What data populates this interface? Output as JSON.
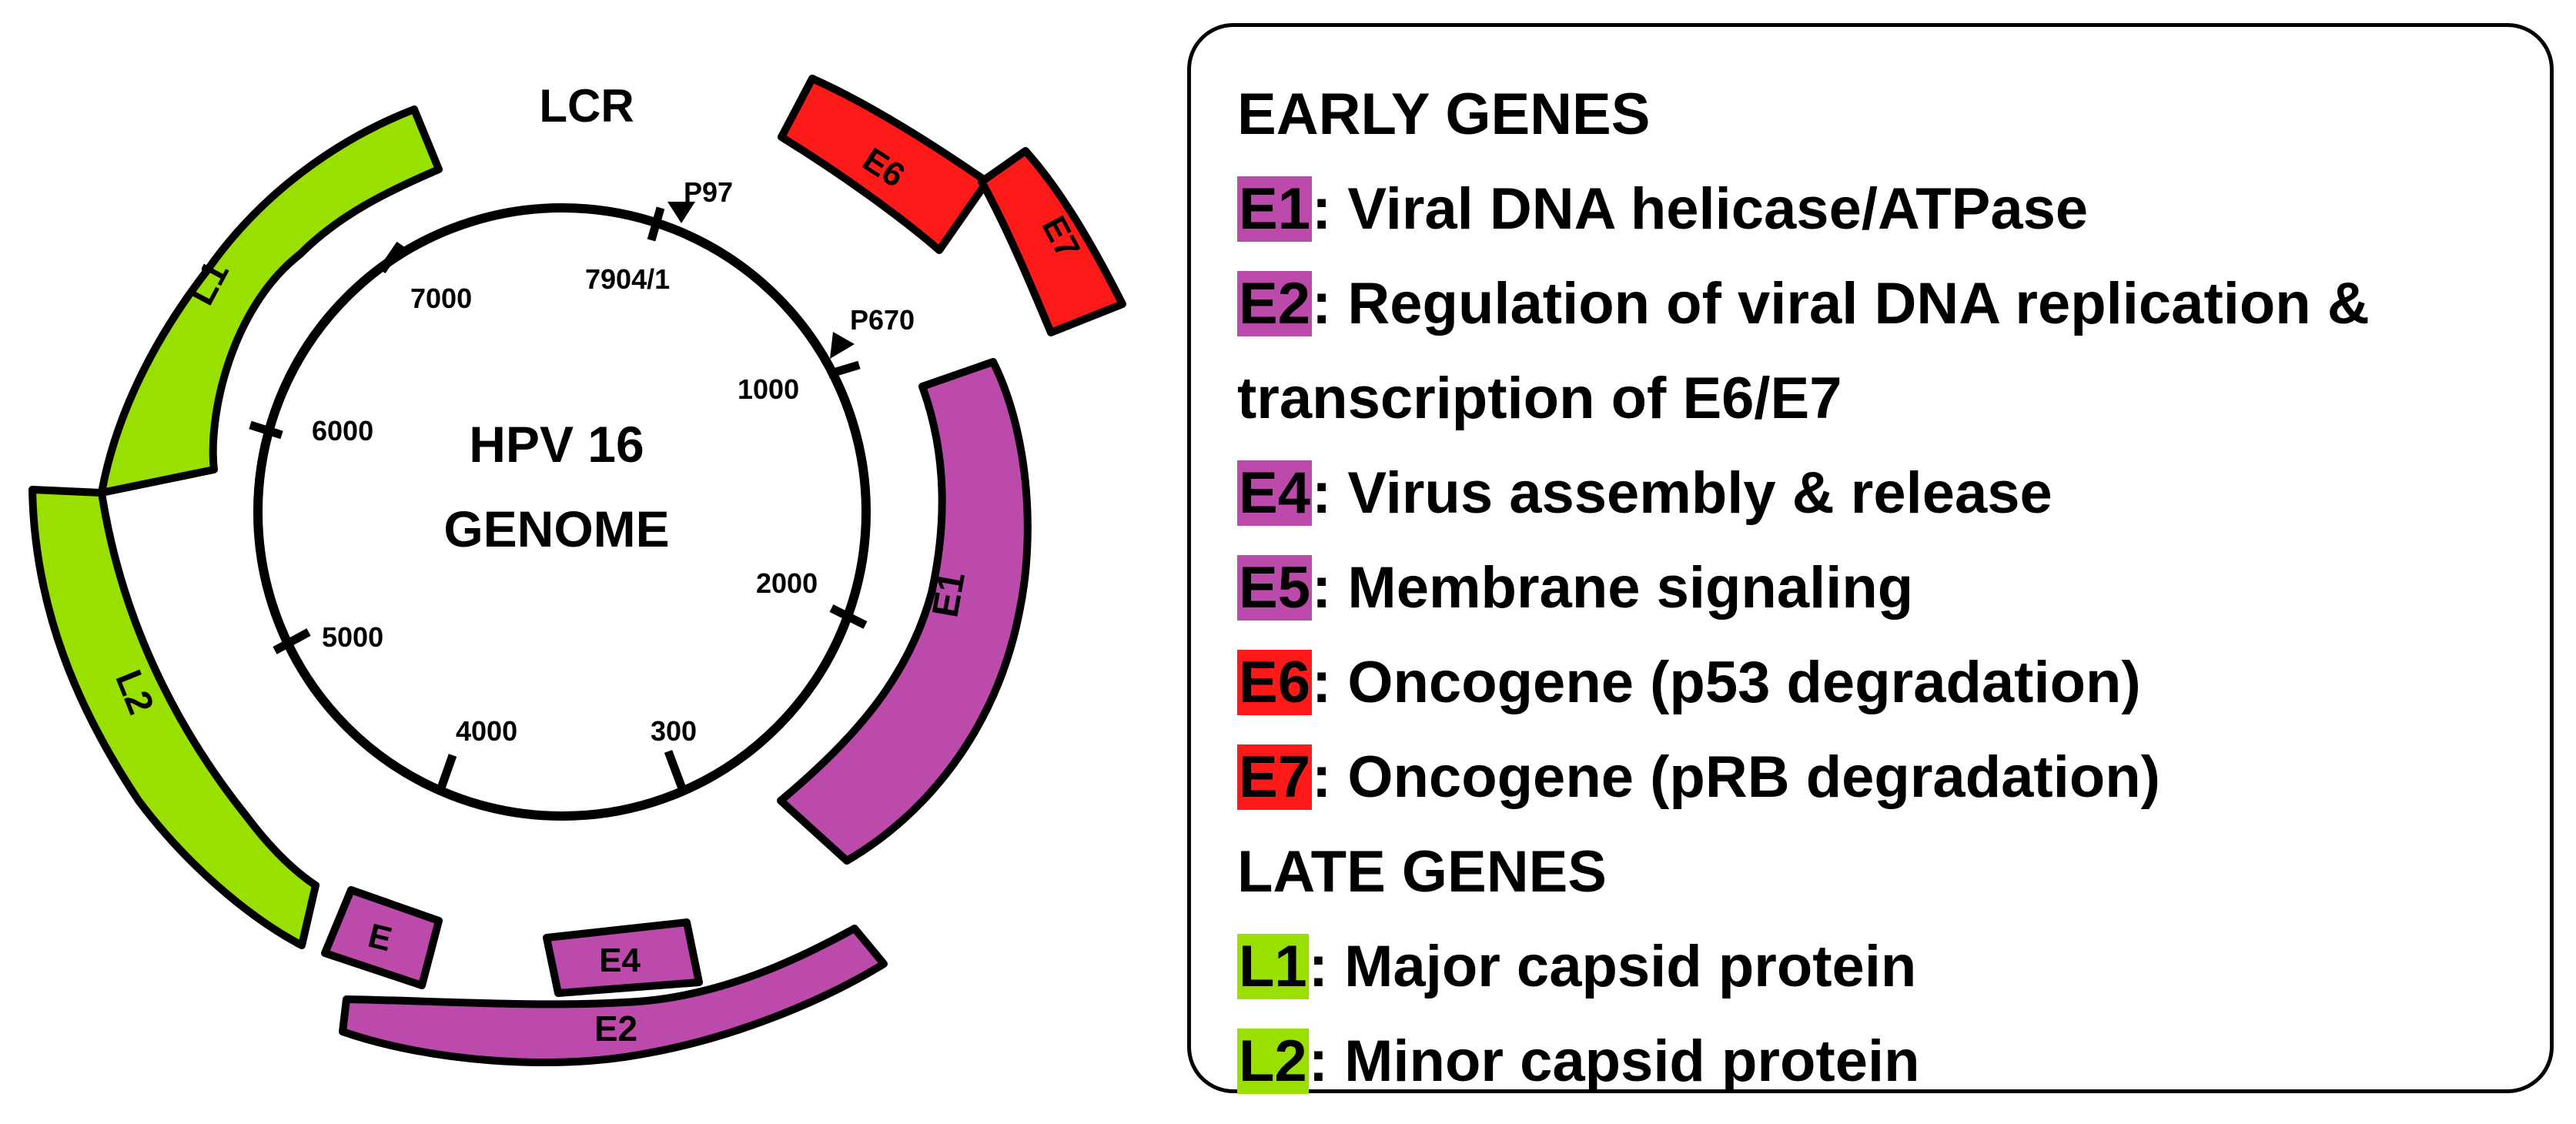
{
  "diagram": {
    "title_line1": "HPV 16",
    "title_line2": "GENOME",
    "lcr_label": "LCR",
    "positions": {
      "p7000": "7000",
      "p7904": "7904/1",
      "p1000": "1000",
      "p6000": "6000",
      "p2000": "2000",
      "p5000": "5000",
      "p4000": "4000",
      "p300": "300"
    },
    "promoters": {
      "p97": "P97",
      "p670": "P670"
    },
    "genes": {
      "L1": "L1",
      "L2": "L2",
      "E6": "E6",
      "E7": "E7",
      "E1": "E1",
      "E2": "E2",
      "E4": "E4",
      "E5": "E"
    }
  },
  "colors": {
    "early": "#bb4aaa",
    "oncogene": "#ff1a1a",
    "late": "#99e000",
    "outline": "#000000"
  },
  "legend": {
    "early_heading": "EARLY GENES",
    "e1_code": "E1",
    "e1_desc": ": Viral DNA helicase/ATPase",
    "e2_code": "E2",
    "e2_desc": ": Regulation of viral DNA replication &",
    "e2_desc_cont": "transcription of E6/E7",
    "e4_code": "E4",
    "e4_desc": ": Virus assembly & release",
    "e5_code": "E5",
    "e5_desc": ": Membrane signaling",
    "e6_code": "E6",
    "e6_desc": ": Oncogene (p53 degradation)",
    "e7_code": "E7",
    "e7_desc": ": Oncogene (pRB degradation)",
    "late_heading": "LATE GENES",
    "l1_code": "L1",
    "l1_desc": ": Major capsid protein",
    "l2_code": "L2",
    "l2_desc": ": Minor capsid protein"
  }
}
